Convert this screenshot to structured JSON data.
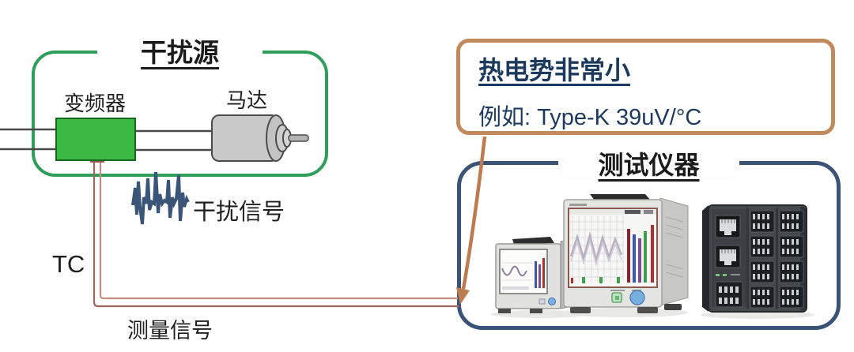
{
  "interference_source": {
    "title": "干扰源",
    "inverter_label": "变频器",
    "motor_label": "马达"
  },
  "signals": {
    "noise_label": "干扰信号",
    "tc_label": "TC",
    "measurement_label": "测量信号"
  },
  "callout": {
    "title": "热电势非常小",
    "example": "例如: Type-K 39uV/°C"
  },
  "instruments": {
    "title": "测试仪器",
    "devices": [
      "small-paperless-recorder",
      "large-paperless-recorder",
      "modular-daq-module"
    ]
  },
  "colors": {
    "source_border": "#2f9e5b",
    "inverter_fill": "#3cb843",
    "callout_border": "#c08a5c",
    "callout_text": "#1c3a5e",
    "instruments_border": "#3a5377",
    "noise_signal": "#3a5578",
    "tc_wire_outer": "#a0655e",
    "tc_wire_inner": "#c48e82",
    "callout_arrow": "#bd7c4f",
    "power_wire": "#4a4a4a"
  }
}
